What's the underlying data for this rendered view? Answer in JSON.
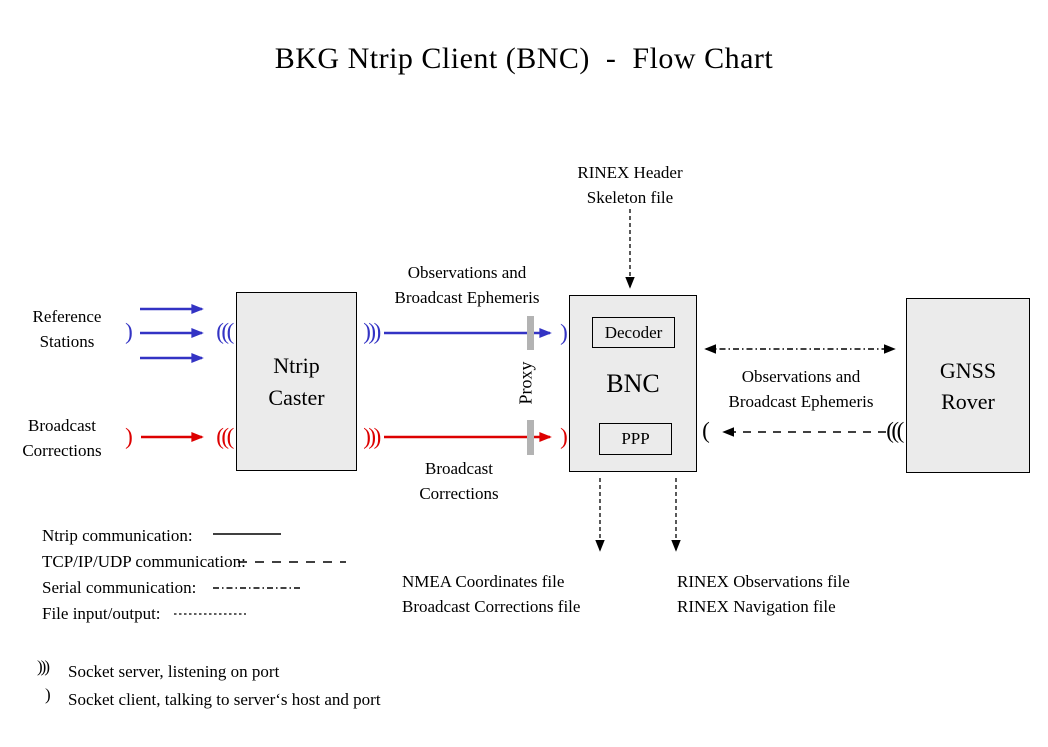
{
  "title": "BKG Ntrip Client (BNC)  -  Flow Chart",
  "colors": {
    "ntrip_blue": "#3333C4",
    "corrections_red": "#DD0000",
    "box_fill": "#EBEBEB",
    "proxy_gray": "#B3B3B3"
  },
  "boxes": {
    "ntrip_caster": "Ntrip\nCaster",
    "bnc": "BNC",
    "decoder": "Decoder",
    "ppp": "PPP",
    "gnss_rover": "GNSS\nRover"
  },
  "labels": {
    "reference_stations": "Reference\nStations",
    "broadcast_corrections_input": "Broadcast\nCorrections",
    "observations_ephemeris_top": "Observations and\nBroadcast Ephemeris",
    "broadcast_corrections_mid": "Broadcast\nCorrections",
    "rinex_header_skeleton": "RINEX Header\nSkeleton file",
    "observations_ephemeris_right": "Observations and\nBroadcast Ephemeris",
    "proxy": "Proxy",
    "nmea_outputs": "NMEA Coordinates file\nBroadcast Corrections file",
    "rinex_outputs": "RINEX Observations file\nRINEX Navigation file"
  },
  "legend": {
    "ntrip": "Ntrip communication:",
    "tcp": "TCP/IP/UDP communication:",
    "serial": "Serial communication:",
    "file": "File input/output:"
  },
  "sockets": {
    "server_glyph": ")))",
    "server_glyph_mirrored": "(((",
    "client_glyph": ")",
    "client_glyph_mirrored": "(",
    "server_desc": "Socket server, listening on port",
    "client_desc": "Socket client, talking to server‘s host and port"
  }
}
